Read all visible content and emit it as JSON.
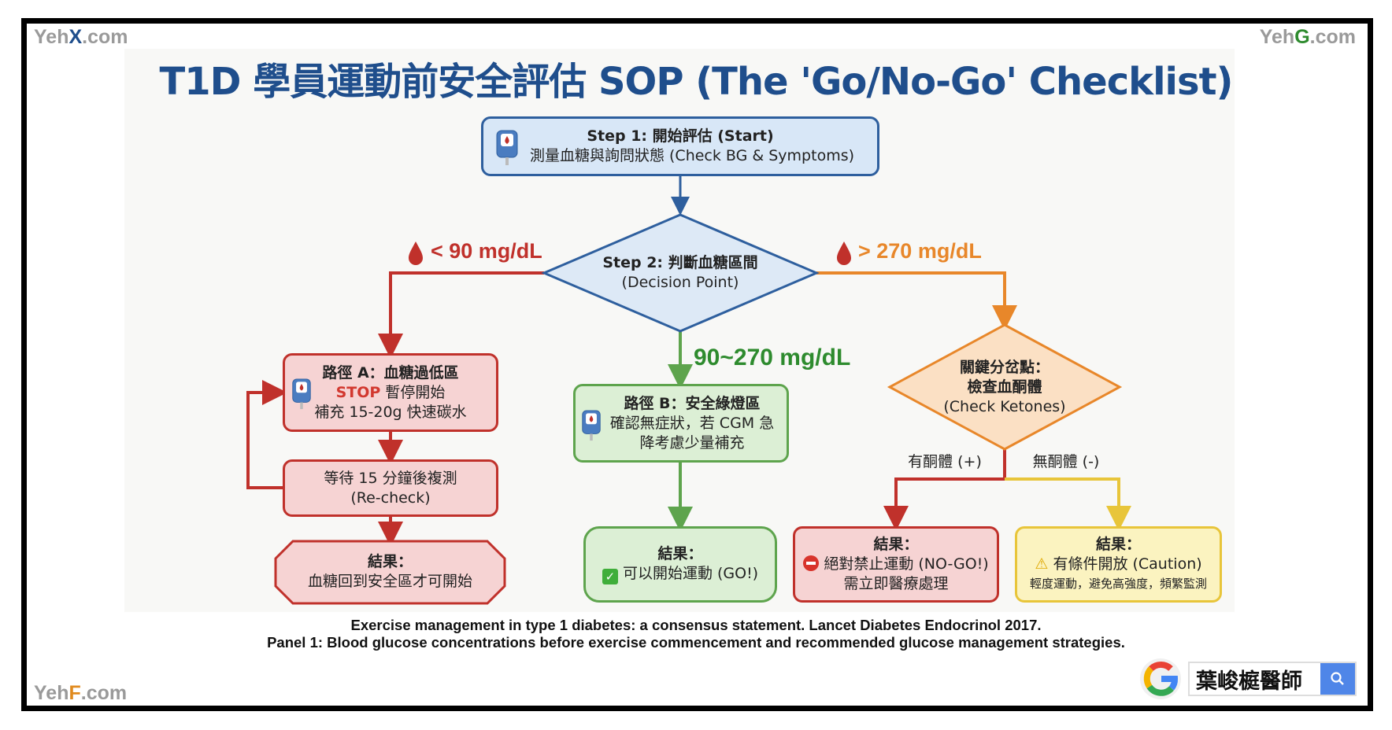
{
  "watermarks": {
    "top_left": {
      "pre": "Yeh",
      "mid": "X",
      "post": ".com"
    },
    "top_right": {
      "pre": "Yeh",
      "mid": "G",
      "post": ".com"
    },
    "bottom_left": {
      "pre": "Yeh",
      "mid": "F",
      "post": ".com"
    }
  },
  "title": "T1D 學員運動前安全評估 SOP (The 'Go/No-Go' Checklist)",
  "step1": {
    "line1": "Step 1: 開始評估 (Start)",
    "line2": "測量血糖與詢問狀態 (Check BG & Symptoms)"
  },
  "step2": {
    "line1": "Step 2: 判斷血糖區間",
    "line2": "(Decision Point)"
  },
  "branch_labels": {
    "low": "< 90 mg/dL",
    "high": "> 270 mg/dL",
    "mid": "90~270 mg/dL",
    "ketone_pos": "有酮體 (+)",
    "ketone_neg": "無酮體 (-)"
  },
  "path_a": {
    "line1": "路徑 A：血糖過低區",
    "stop": "STOP",
    "line2": " 暫停開始",
    "line3": "補充 15-20g 快速碳水"
  },
  "recheck": {
    "line1": "等待 15 分鐘後複測",
    "line2": "(Re-check)"
  },
  "result_a": {
    "line1": "結果：",
    "line2": "血糖回到安全區才可開始"
  },
  "path_b": {
    "line1": "路徑 B：安全綠燈區",
    "line2": "確認無症狀，若 CGM 急",
    "line3": "降考慮少量補充"
  },
  "result_go": {
    "line1": "結果：",
    "line2": "可以開始運動 (GO!)"
  },
  "ketone": {
    "line1": "關鍵分岔點：",
    "line2": "檢查血酮體",
    "line3": "(Check Ketones)"
  },
  "result_nogo": {
    "line1": "結果：",
    "line2": "絕對禁止運動 (NO-GO!)",
    "line3": "需立即醫療處理"
  },
  "result_caution": {
    "line1": "結果：",
    "line2": "有條件開放 (Caution)",
    "line3": "輕度運動，避免高強度，頻繁監測"
  },
  "caption": {
    "line1": "Exercise management in type 1 diabetes: a consensus statement. Lancet Diabetes Endocrinol 2017.",
    "line2": "Panel 1: Blood glucose concentrations before exercise commencement and recommended glucose management strategies."
  },
  "search": {
    "query": "葉峻榳醫師"
  },
  "colors": {
    "blue": "#2e5f9e",
    "red": "#c0312b",
    "green": "#5ea44d",
    "orange": "#e8872a",
    "yellow": "#e8c53a",
    "title": "#1f4e8c"
  }
}
